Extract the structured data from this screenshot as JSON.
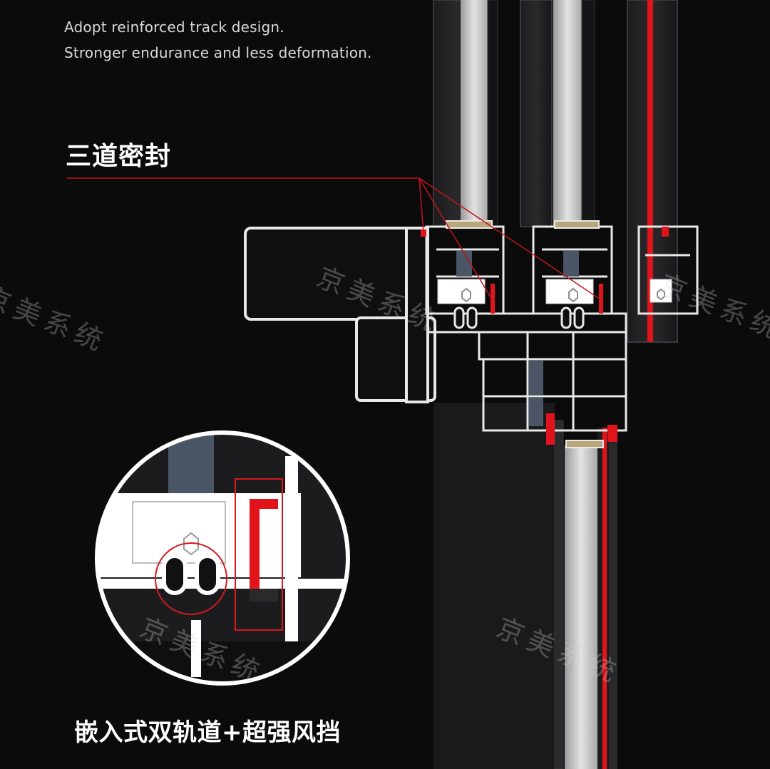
{
  "intro": {
    "line_1": "Adopt reinforced track design.",
    "line_2": "Stronger endurance and less deformation."
  },
  "heading": {
    "seal_title": "三道密封"
  },
  "caption": {
    "track_title": "嵌入式双轨道+超强风挡"
  },
  "watermark": {
    "text": "京美系统"
  },
  "colors": {
    "background": "#0b0b0c",
    "profile_outline": "#e8e8e8",
    "glass": "#d6d6d6",
    "seal_accent": "#e0141a",
    "gasket": "#4a5566",
    "strip": "#b8a77a"
  }
}
